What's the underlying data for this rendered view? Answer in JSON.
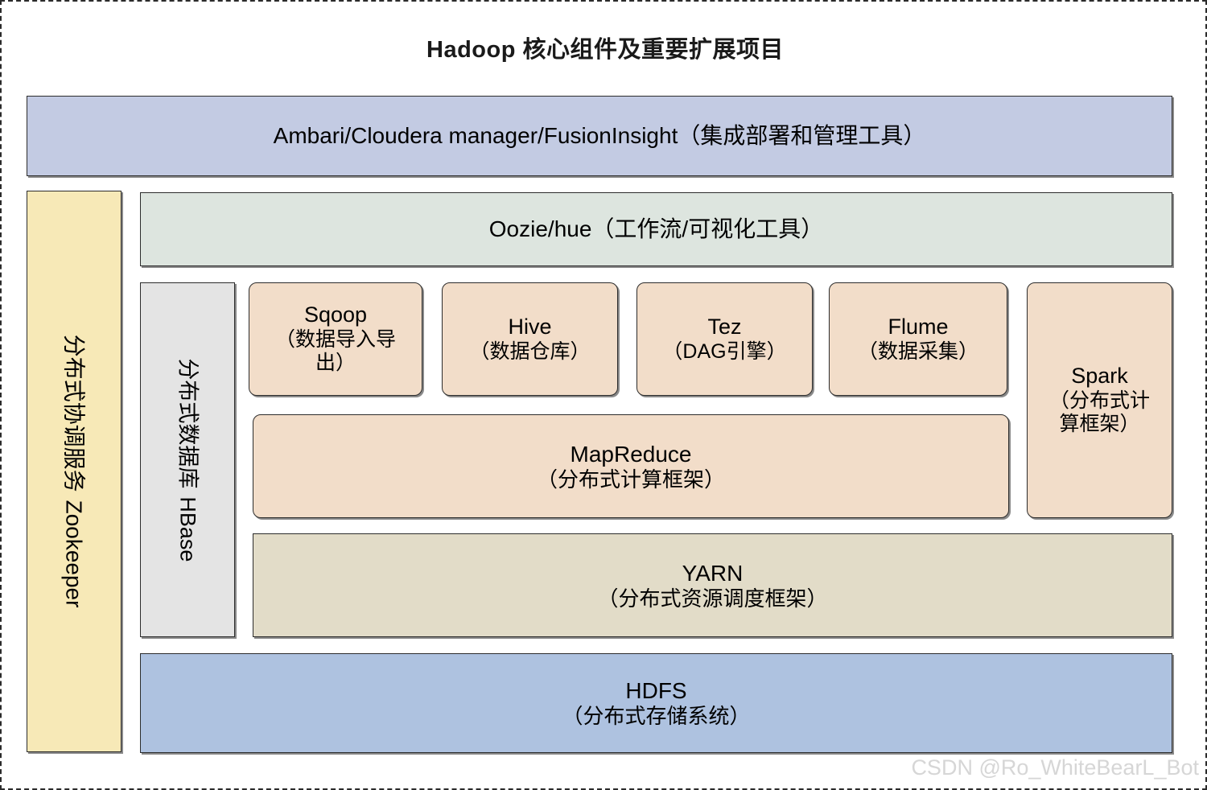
{
  "page": {
    "title": "Hadoop 核心组件及重要扩展项目",
    "watermark": "CSDN @Ro_WhiteBearL_Bot"
  },
  "colors": {
    "manager_blue": "#c3cbe3",
    "workflow_green": "#dde5df",
    "zookeeper_yellow": "#f7e9b7",
    "hbase_gray": "#e4e4e4",
    "component_peach": "#f2ddc9",
    "yarn_khaki": "#e2dcc8",
    "hdfs_blue": "#aec2e0",
    "border": "#2c2c2c"
  },
  "layers": {
    "manager": {
      "name": "Ambari/Cloudera manager/FusionInsight",
      "desc": "（集成部署和管理工具）",
      "full": "Ambari/Cloudera manager/FusionInsight（集成部署和管理工具）"
    },
    "workflow": {
      "name": "Oozie/hue",
      "desc": "（工作流/可视化工具）",
      "full": "Oozie/hue（工作流/可视化工具）"
    },
    "zookeeper": {
      "name": "Zookeeper",
      "desc": "分布式协调服务"
    },
    "hbase": {
      "name": "HBase",
      "desc": "分布式数据库"
    },
    "components": [
      {
        "name": "Sqoop",
        "desc_line1": "（数据导入导",
        "desc_line2": "出）",
        "desc": "（数据导入导出）"
      },
      {
        "name": "Hive",
        "desc": "（数据仓库）"
      },
      {
        "name": "Tez",
        "desc": "（DAG引擎）"
      },
      {
        "name": "Flume",
        "desc": "（数据采集）"
      }
    ],
    "spark": {
      "name": "Spark",
      "desc_line1": "（分布式计",
      "desc_line2": "算框架）",
      "desc": "（分布式计算框架）"
    },
    "mapreduce": {
      "name": "MapReduce",
      "desc": "（分布式计算框架）"
    },
    "yarn": {
      "name": "YARN",
      "desc": "（分布式资源调度框架）"
    },
    "hdfs": {
      "name": "HDFS",
      "desc": "（分布式存储系统）"
    }
  }
}
